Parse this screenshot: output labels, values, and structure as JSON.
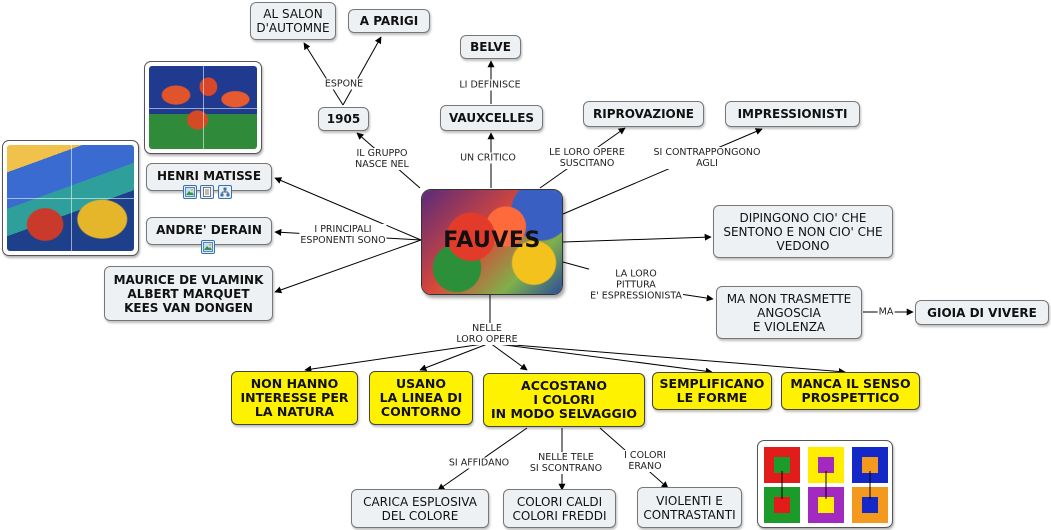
{
  "center": {
    "title": "FAUVES"
  },
  "nodes": {
    "salon": "AL SALON\nD'AUTOMNE",
    "parigi": "A PARIGI",
    "belve": "BELVE",
    "y1905": "1905",
    "vauxcelles": "VAUXCELLES",
    "riprovazione": "RIPROVAZIONE",
    "impressionisti": "IMPRESSIONISTI",
    "matisse": "HENRI MATISSE",
    "derain": "ANDRE' DERAIN",
    "vlamink": "MAURICE DE VLAMINK\nALBERT MARQUET\nKEES VAN DONGEN",
    "dipingono": "DIPINGONO CIO' CHE\nSENTONO E NON CIO' CHE\nVEDONO",
    "angoscia": "MA NON TRASMETTE\nANGOSCIA\nE VIOLENZA",
    "gioia": "GIOIA DI VIVERE",
    "interesse": "NON HANNO\nINTERESSE PER\nLA NATURA",
    "usano": "USANO\nLA LINEA DI\nCONTORNO",
    "accostano": "ACCOSTANO\nI COLORI\nIN MODO SELVAGGIO",
    "semplificano": "SEMPLIFICANO\nLE FORME",
    "manca": "MANCA IL SENSO\nPROSPETTICO",
    "carica": "CARICA ESPLOSIVA\nDEL COLORE",
    "caldi": "COLORI CALDI\nCOLORI FREDDI",
    "violenti": "VIOLENTI E\nCONTRASTANTI"
  },
  "labels": {
    "espone": "ESPONE",
    "definisce": "LI DEFINISCE",
    "gruppo": "IL GRUPPO\nNASCE NEL",
    "critico": "UN CRITICO",
    "suscitano": "LE LORO OPERE\nSUSCITANO",
    "contrappongono": "SI CONTRAPPONGONO\nAGLI",
    "principali": "I PRINCIPALI\nESPONENTI SONO",
    "pittura": "LA LORO\nPITTURA\nE' ESPRESSIONISTA",
    "ma": "MA",
    "opere": "NELLE\nLORO OPERE",
    "affidano": "SI AFFIDANO",
    "tele": "NELLE TELE\nSI SCONTRANO",
    "erano": "I COLORI\nERANO"
  },
  "colors": {
    "node_bg": "#eef1f3",
    "highlight": "#fff200",
    "connector": "#000000"
  },
  "icons": [
    "image-icon",
    "document-icon",
    "hierarchy-icon",
    "image-icon"
  ]
}
